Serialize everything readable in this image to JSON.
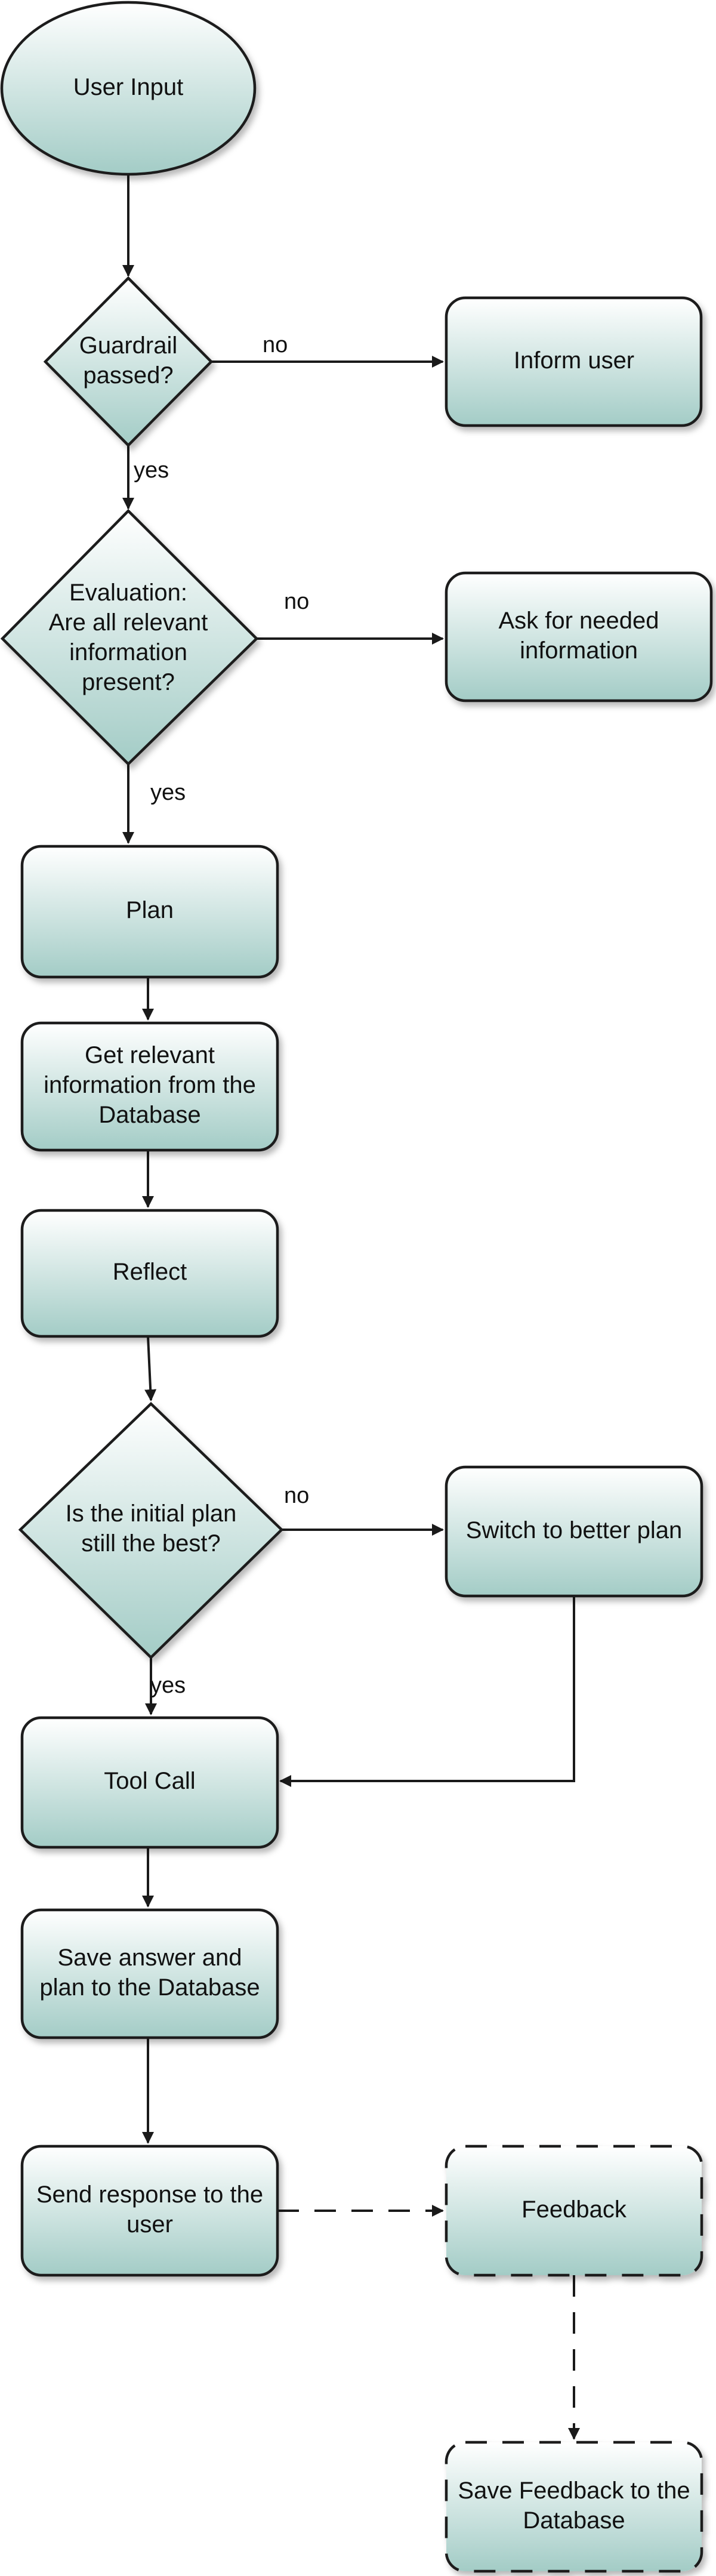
{
  "diagram": {
    "nodes": {
      "user_input": {
        "label": [
          "User Input"
        ]
      },
      "guardrail": {
        "label": [
          "Guardrail",
          "passed?"
        ]
      },
      "inform_user": {
        "label": [
          "Inform user"
        ]
      },
      "evaluation": {
        "label": [
          "Evaluation:",
          "Are all relevant",
          "information",
          "present?"
        ]
      },
      "ask_info": {
        "label": [
          "Ask for needed",
          "information"
        ]
      },
      "plan": {
        "label": [
          "Plan"
        ]
      },
      "get_info": {
        "label": [
          "Get relevant",
          "information from the",
          "Database"
        ]
      },
      "reflect": {
        "label": [
          "Reflect"
        ]
      },
      "initial_plan": {
        "label": [
          "Is the initial plan",
          "still the best?"
        ]
      },
      "switch_plan": {
        "label": [
          "Switch to better plan"
        ]
      },
      "tool_call": {
        "label": [
          "Tool Call"
        ]
      },
      "save_answer": {
        "label": [
          "Save answer and",
          "plan to the Database"
        ]
      },
      "send_response": {
        "label": [
          "Send response to the",
          "user"
        ]
      },
      "feedback": {
        "label": [
          "Feedback"
        ]
      },
      "save_feedback": {
        "label": [
          "Save Feedback to the",
          "Database"
        ]
      }
    },
    "edge_labels": {
      "guardrail_no": "no",
      "guardrail_yes": "yes",
      "evaluation_no": "no",
      "evaluation_yes": "yes",
      "plan_check_no": "no",
      "plan_check_yes": "yes"
    },
    "colors": {
      "fill_top": "#ffffff",
      "fill_bottom": "#a3ccc6",
      "stroke": "#1a1a1a",
      "text": "#111111"
    }
  }
}
